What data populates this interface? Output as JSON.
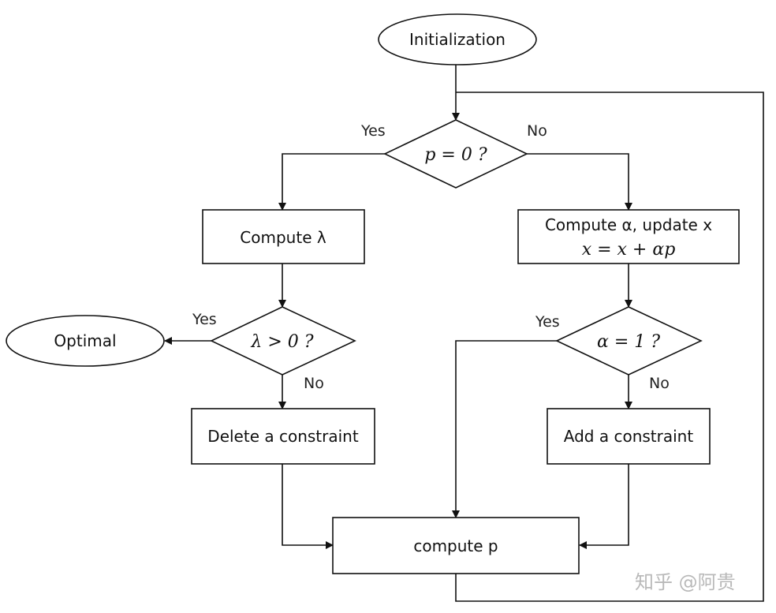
{
  "nodes": {
    "initialization": "Initialization",
    "cond_p": "p = 0 ?",
    "compute_lambda": "Compute λ",
    "cond_lambda": "λ > 0 ?",
    "optimal": "Optimal",
    "delete_constraint": "Delete a constraint",
    "compute_alpha_line1": "Compute α, update x",
    "compute_alpha_line2": "x = x + αp",
    "cond_alpha": "α = 1 ?",
    "add_constraint": "Add a constraint",
    "compute_p": "compute p"
  },
  "edge_labels": {
    "p_yes": "Yes",
    "p_no": "No",
    "lambda_yes": "Yes",
    "lambda_no": "No",
    "alpha_yes": "Yes",
    "alpha_no": "No"
  },
  "watermark": "知乎 @阿贵"
}
